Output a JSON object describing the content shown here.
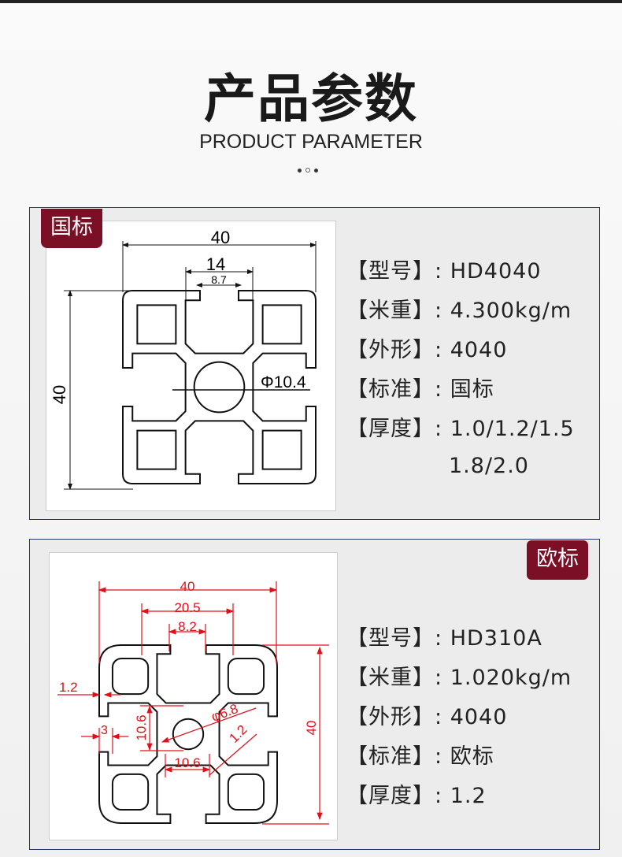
{
  "header": {
    "title": "产品参数",
    "subtitle": "PRODUCT PARAMETER"
  },
  "products": [
    {
      "badge": "国标",
      "specs": [
        {
          "key": "【型号】:",
          "value": "HD4040"
        },
        {
          "key": "【米重】:",
          "value": "4.300kg/m"
        },
        {
          "key": "【外形】:",
          "value": "4040"
        },
        {
          "key": "【标准】:",
          "value": "国标"
        },
        {
          "key": "【厚度】:",
          "value": "1.0/1.2/1.5"
        }
      ],
      "spec_continuation": "1.8/2.0",
      "dims": {
        "width": "40",
        "slot": "14",
        "opening": "8.7",
        "hole": "Φ10.4",
        "height": "40"
      }
    },
    {
      "badge": "欧标",
      "specs": [
        {
          "key": "【型号】:",
          "value": "HD310A"
        },
        {
          "key": "【米重】:",
          "value": "1.020kg/m"
        },
        {
          "key": "【外形】:",
          "value": "4040"
        },
        {
          "key": "【标准】:",
          "value": "欧标"
        },
        {
          "key": "【厚度】:",
          "value": "1.2"
        }
      ],
      "dims": {
        "width": "40",
        "slot": "20.5",
        "opening": "8.2",
        "wall": "1.2",
        "lip": "3",
        "core_v": "10.6",
        "core_h": "10.6",
        "hole": "φ6.8",
        "web": "1.2",
        "height": "40"
      }
    }
  ],
  "colors": {
    "badge": "#7b0f25",
    "border": "#1f3864",
    "dim_red": "#e0101a"
  }
}
